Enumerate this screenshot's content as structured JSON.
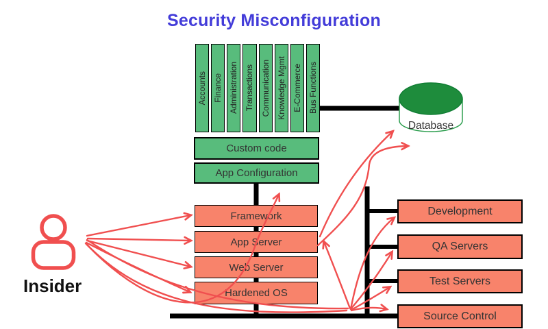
{
  "title": {
    "text": "Security Misconfiguration"
  },
  "stack": {
    "modules": [
      "Accounts",
      "Finance",
      "Administration",
      "Transactions",
      "Communication",
      "Knowledge Mgmt",
      "E-Commerce",
      "Bus Functions"
    ],
    "green_layers": [
      "Custom code",
      "App Configuration"
    ],
    "orange_layers": [
      "Framework",
      "App Server",
      "Web Server",
      "Hardened OS"
    ]
  },
  "database": {
    "label": "Database"
  },
  "environments": [
    "Development",
    "QA Servers",
    "Test Servers",
    "Source Control"
  ],
  "actor": {
    "label": "Insider"
  },
  "colors": {
    "title_blue": "#433cd9",
    "module_green": "#58bc7c",
    "layer_orange": "#f8836b",
    "database_green": "#1e8c3c",
    "arrow_red": "#f04f4f",
    "line_black": "#000000"
  }
}
